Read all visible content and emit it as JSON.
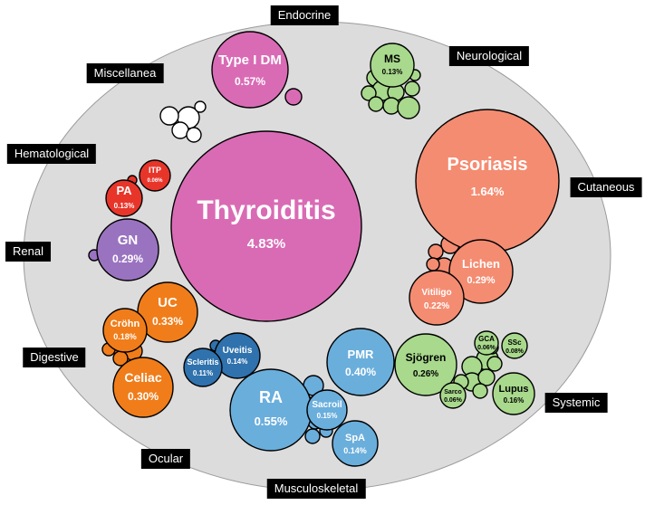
{
  "colors": {
    "background_ellipse": "#dcdcdc",
    "endocrine": "#d96bb5",
    "cutaneous": "#f48c72",
    "systemic": "#a8d98c",
    "neurological": "#a8d98c",
    "musculoskeletal": "#6aaedc",
    "ocular": "#2f72ad",
    "digestive": "#f07d1a",
    "renal": "#9a73c0",
    "hematological": "#e8352a",
    "miscellanea": "#ffffff"
  },
  "categories": {
    "endocrine": "Endocrine",
    "neurological": "Neurological",
    "miscellanea": "Miscellanea",
    "hematological": "Hematological",
    "cutaneous": "Cutaneous",
    "renal": "Renal",
    "digestive": "Digestive",
    "systemic": "Systemic",
    "ocular": "Ocular",
    "musculoskeletal": "Musculoskeletal"
  },
  "diseases": [
    {
      "id": "thyroiditis",
      "name": "Thyroiditis",
      "value": "4.83%",
      "category": "endocrine"
    },
    {
      "id": "type1dm",
      "name": "Type I DM",
      "value": "0.57%",
      "category": "endocrine"
    },
    {
      "id": "ms",
      "name": "MS",
      "value": "0.13%",
      "category": "neurological"
    },
    {
      "id": "psoriasis",
      "name": "Psoriasis",
      "value": "1.64%",
      "category": "cutaneous"
    },
    {
      "id": "lichen",
      "name": "Lichen",
      "value": "0.29%",
      "category": "cutaneous"
    },
    {
      "id": "vitiligo",
      "name": "Vitiligo",
      "value": "0.22%",
      "category": "cutaneous"
    },
    {
      "id": "sjogren",
      "name": "Sjögren",
      "value": "0.26%",
      "category": "systemic"
    },
    {
      "id": "gca",
      "name": "GCA",
      "value": "0.06%",
      "category": "systemic"
    },
    {
      "id": "ssc",
      "name": "SSc",
      "value": "0.08%",
      "category": "systemic"
    },
    {
      "id": "sarco",
      "name": "Sarco",
      "value": "0.06%",
      "category": "systemic"
    },
    {
      "id": "lupus",
      "name": "Lupus",
      "value": "0.16%",
      "category": "systemic"
    },
    {
      "id": "pmr",
      "name": "PMR",
      "value": "0.40%",
      "category": "musculoskeletal"
    },
    {
      "id": "ra",
      "name": "RA",
      "value": "0.55%",
      "category": "musculoskeletal"
    },
    {
      "id": "sacroil",
      "name": "Sacroil",
      "value": "0.15%",
      "category": "musculoskeletal"
    },
    {
      "id": "spa",
      "name": "SpA",
      "value": "0.14%",
      "category": "musculoskeletal"
    },
    {
      "id": "uveitis",
      "name": "Uveitis",
      "value": "0.14%",
      "category": "ocular"
    },
    {
      "id": "scleritis",
      "name": "Scleritis",
      "value": "0.11%",
      "category": "ocular"
    },
    {
      "id": "uc",
      "name": "UC",
      "value": "0.33%",
      "category": "digestive"
    },
    {
      "id": "crohn",
      "name": "Cröhn",
      "value": "0.18%",
      "category": "digestive"
    },
    {
      "id": "celiac",
      "name": "Celiac",
      "value": "0.30%",
      "category": "digestive"
    },
    {
      "id": "gn",
      "name": "GN",
      "value": "0.29%",
      "category": "renal"
    },
    {
      "id": "pa",
      "name": "PA",
      "value": "0.13%",
      "category": "hematological"
    },
    {
      "id": "itp",
      "name": "ITP",
      "value": "0.06%",
      "category": "hematological"
    }
  ]
}
